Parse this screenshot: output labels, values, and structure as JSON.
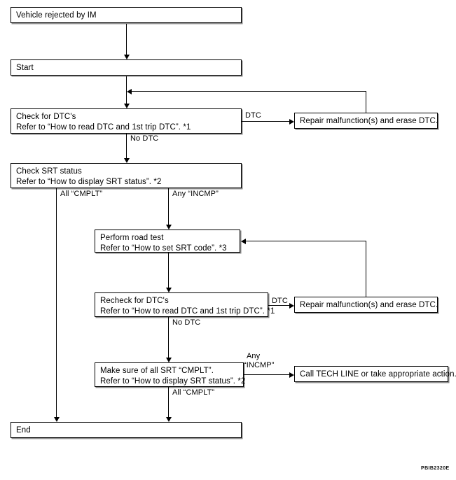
{
  "figure": {
    "id_code": "PBIB2320E",
    "type": "flowchart",
    "title": "Vehicle rejected by IM — DTC / SRT diagnostic work flow"
  },
  "nodes": {
    "vehicle_rejected": {
      "lines": [
        "Vehicle rejected by IM"
      ]
    },
    "start": {
      "lines": [
        "Start"
      ]
    },
    "check_dtc": {
      "lines": [
        "Check for DTC's",
        "Refer to “How to read DTC and 1st trip DTC”. *1"
      ]
    },
    "check_srt": {
      "lines": [
        "Check SRT status",
        "Refer to “How to display SRT status”. *2"
      ]
    },
    "repair_top": {
      "lines": [
        "Repair malfunction(s) and erase DTC."
      ]
    },
    "road_test": {
      "lines": [
        "Perform road test",
        "Refer to “How to set SRT code”. *3"
      ]
    },
    "recheck_dtc": {
      "lines": [
        "Recheck for DTC's",
        "Refer to “How to read DTC and 1st trip DTC”. *1"
      ]
    },
    "repair_bottom": {
      "lines": [
        "Repair malfunction(s) and erase DTC."
      ]
    },
    "make_sure_srt": {
      "lines": [
        "Make sure of all SRT “CMPLT”.",
        "Refer to “How to display SRT status”. *2"
      ]
    },
    "tech_line": {
      "lines": [
        "Call TECH LINE or take appropriate action."
      ]
    },
    "end": {
      "lines": [
        "End"
      ]
    }
  },
  "edge_labels": {
    "dtc_top": "DTC",
    "no_dtc_top": "No DTC",
    "all_cmplt_top": "All “CMPLT”",
    "any_incmp_top": "Any “INCMP”",
    "dtc_bottom": "DTC",
    "no_dtc_bottom": "No DTC",
    "any_incmp_b1": "Any",
    "any_incmp_b2": "“INCMP”",
    "all_cmplt_bottom": "All “CMPLT”"
  },
  "colors": {
    "background": "#ffffff",
    "line": "#000000",
    "box_border": "#000000",
    "box_shadow": "#8a8a8a"
  }
}
